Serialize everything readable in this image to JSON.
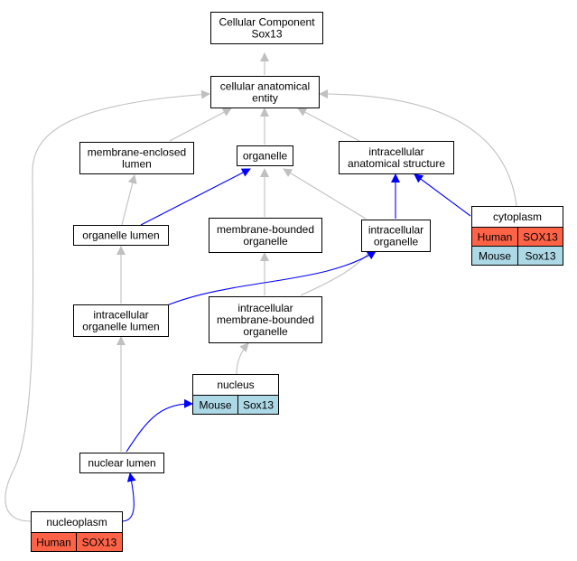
{
  "colors": {
    "human": "#ff6347",
    "mouse": "#add8e6",
    "edge_isa": "#c0c0c0",
    "edge_partof": "#0000ff"
  },
  "nodes": {
    "root": {
      "lines": [
        "Cellular Component",
        "Sox13"
      ]
    },
    "cae": {
      "lines": [
        "cellular anatomical",
        "entity"
      ]
    },
    "mel": {
      "lines": [
        "membrane-enclosed",
        "lumen"
      ]
    },
    "org": {
      "lines": [
        "organelle"
      ]
    },
    "ias": {
      "lines": [
        "intracellular",
        "anatomical structure"
      ]
    },
    "ol": {
      "lines": [
        "organelle lumen"
      ]
    },
    "mbo": {
      "lines": [
        "membrane-bounded",
        "organelle"
      ]
    },
    "io": {
      "lines": [
        "intracellular",
        "organelle"
      ]
    },
    "cyto": {
      "lines": [
        "cytoplasm"
      ],
      "cells": [
        [
          "Human",
          "SOX13"
        ],
        [
          "Mouse",
          "Sox13"
        ]
      ]
    },
    "iol": {
      "lines": [
        "intracellular",
        "organelle lumen"
      ]
    },
    "imbo": {
      "lines": [
        "intracellular",
        "membrane-bounded",
        "organelle"
      ]
    },
    "nuc": {
      "lines": [
        "nucleus"
      ],
      "cells": [
        [
          "Mouse",
          "Sox13"
        ]
      ]
    },
    "nl": {
      "lines": [
        "nuclear lumen"
      ]
    },
    "nucp": {
      "lines": [
        "nucleoplasm"
      ],
      "cells": [
        [
          "Human",
          "SOX13"
        ]
      ]
    }
  }
}
